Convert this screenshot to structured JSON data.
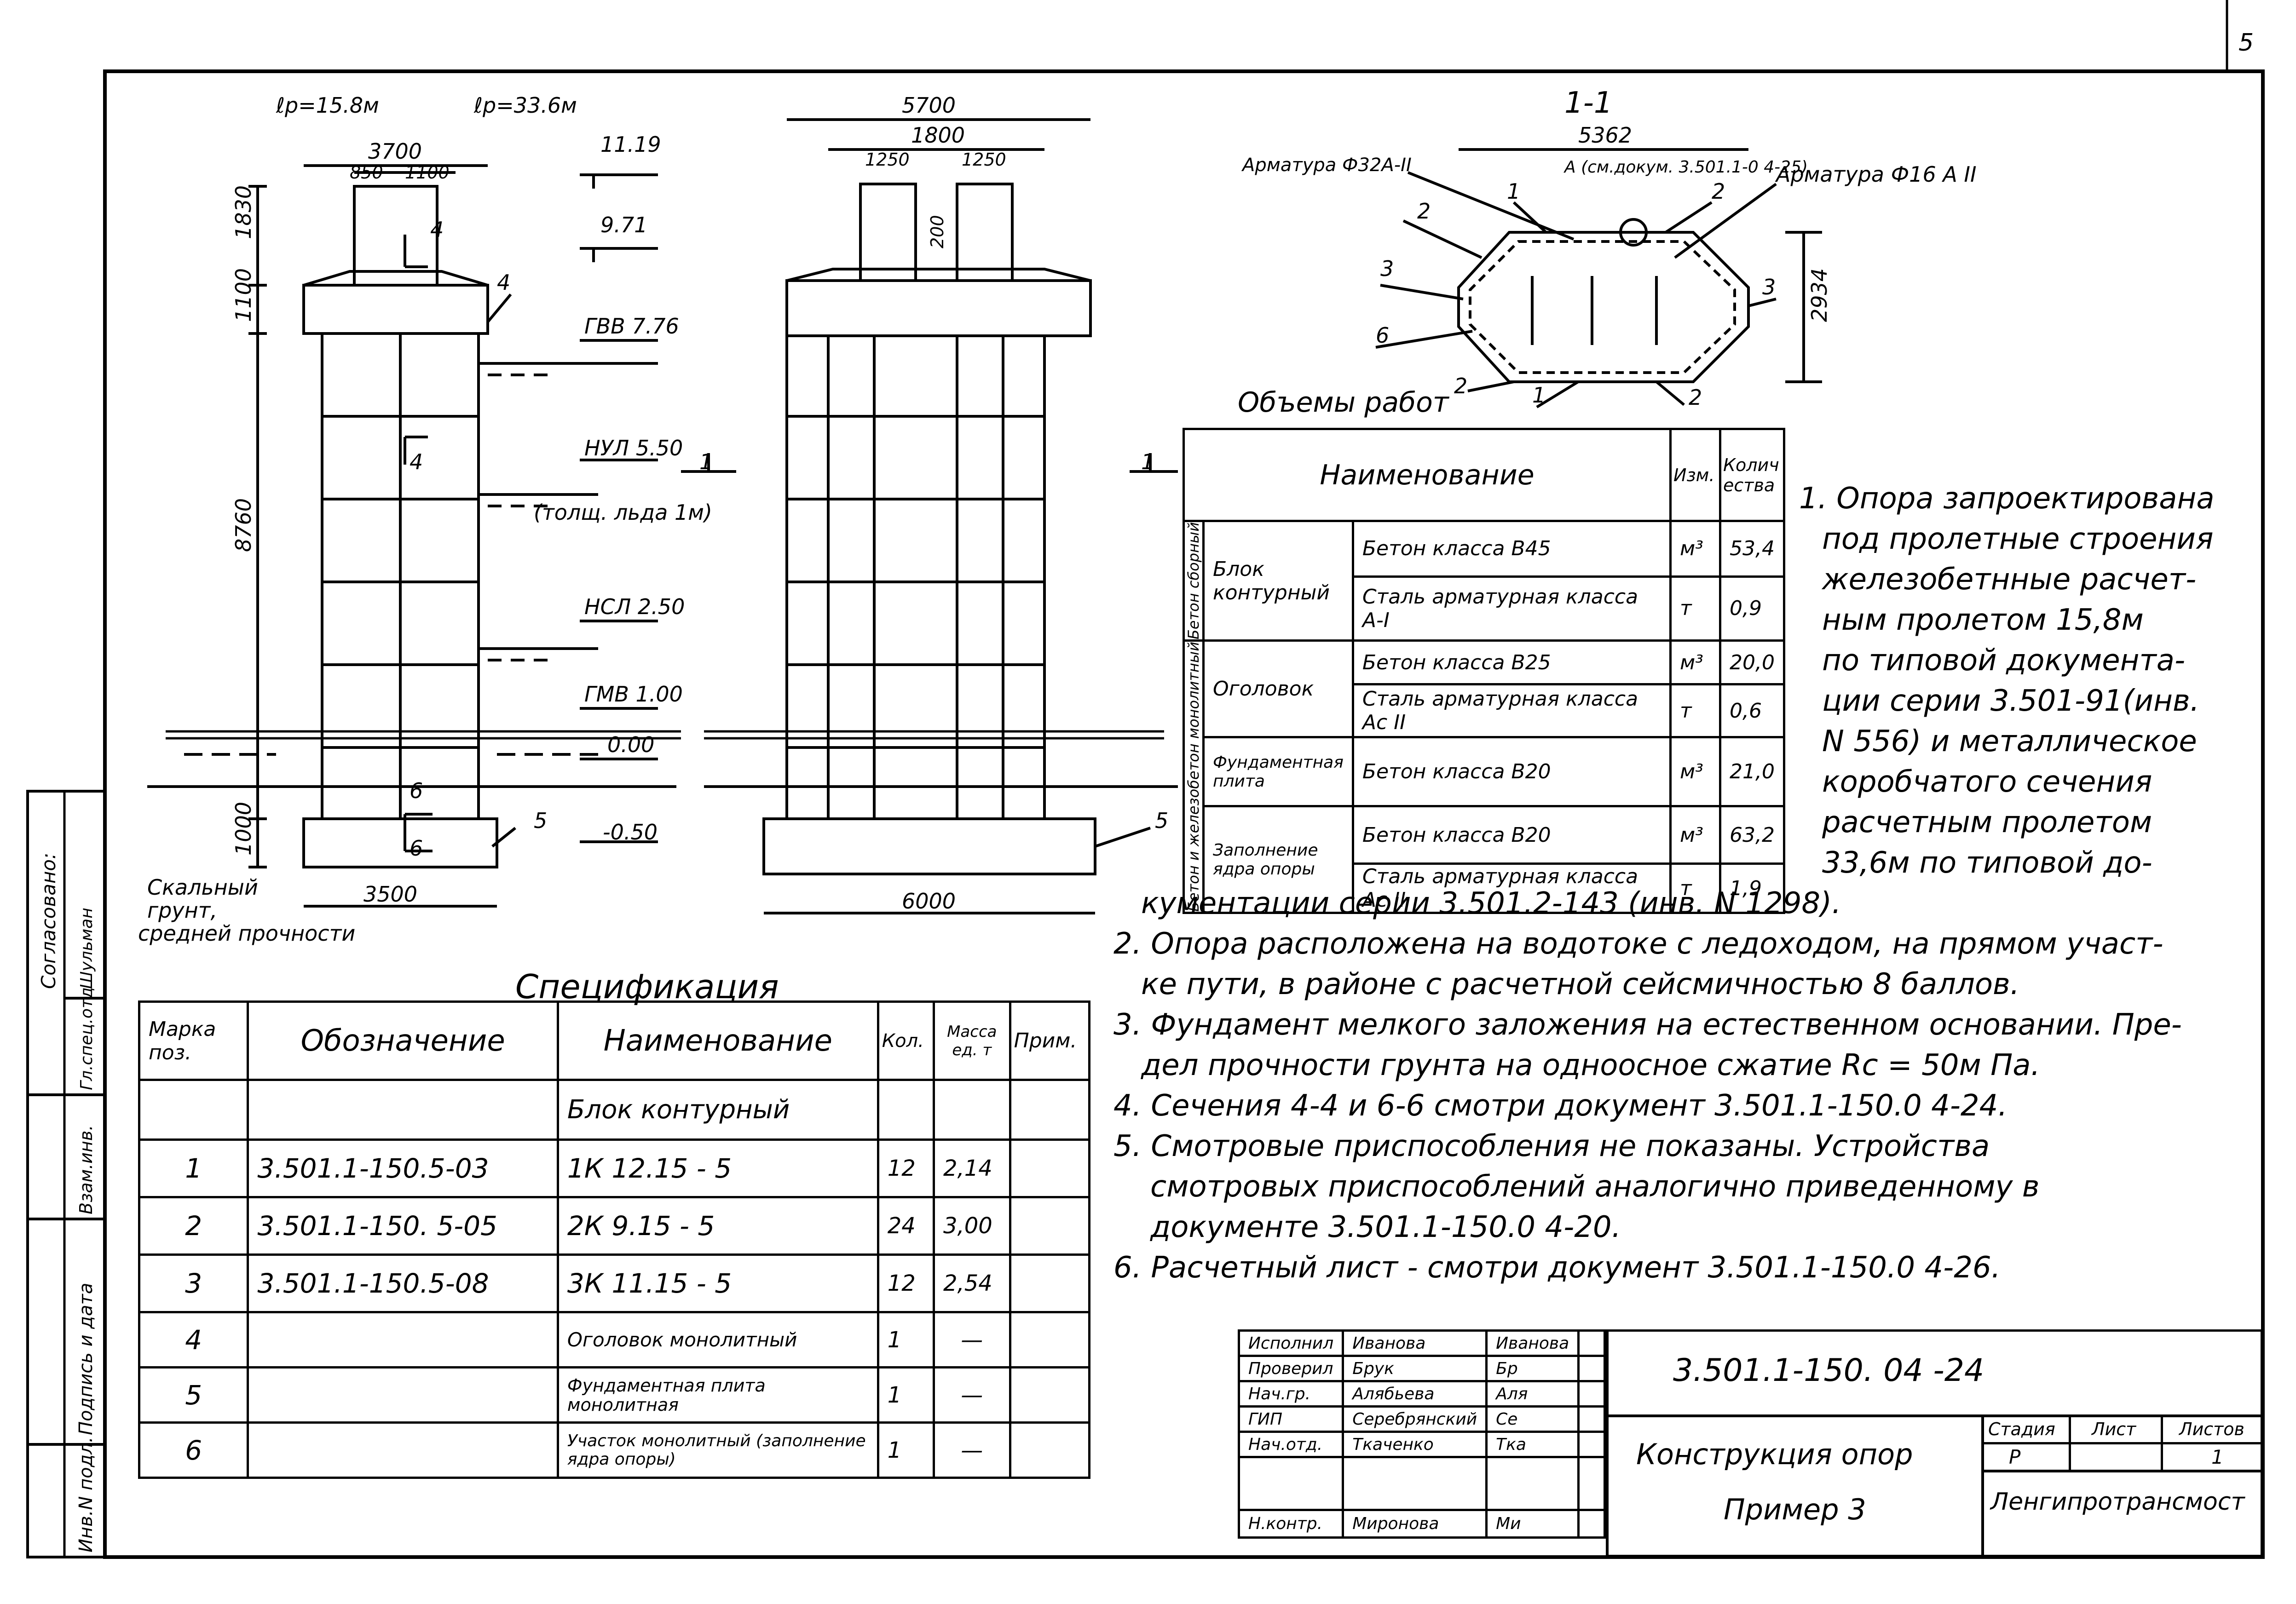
{
  "page_number": "5",
  "section_title": "1-1",
  "elevation_labels": {
    "left_span": "ℓp=15.8м",
    "right_span": "ℓp=33.6м",
    "el_top": "11.19",
    "el_cap": "9.71",
    "gvv": "ГВВ 7.76",
    "nul": "НУЛ 5.50",
    "ice": "(толщ. льда 1м)",
    "nsl": "НСЛ 2.50",
    "gmv": "ГМВ 1.00",
    "zero": "0.00",
    "base": "-0.50",
    "soil": [
      "Скальный",
      "грунт,",
      "средней прочности"
    ]
  },
  "dimensions": {
    "left_width_top": "3700",
    "left_850": "850",
    "left_1100": "1100",
    "h_1830": "1830",
    "h_1100": "1100",
    "h_8760": "8760",
    "h_1000": "1000",
    "left_base": "3500",
    "right_width_top": "5700",
    "right_1800": "1800",
    "right_1250a": "1250",
    "right_1250b": "1250",
    "right_200": "200",
    "right_base": "6000",
    "sec_width": "5362",
    "sec_height": "2934",
    "sec_note": "А (см.докум. 3.501.1-0 4-25)"
  },
  "markers": {
    "cut_4": "4",
    "cut_6": "6",
    "cut_1": "1",
    "pos_4": "4",
    "pos_5": "5",
    "pos_5r": "5"
  },
  "section_callouts": {
    "armatura_left": "Арматура Ф32А-II",
    "armatura_right": "Арматура Ф16 А II",
    "nums": [
      "1",
      "2",
      "2",
      "3",
      "3",
      "6",
      "2",
      "1",
      "2"
    ]
  },
  "volumes": {
    "title": "Объемы работ",
    "head_name": "Наименование",
    "head_unit": "Изм.",
    "head_qty": "Количества",
    "group1": "Бетон сборный",
    "group2": "Бетон и железобетон монолитный",
    "rows": [
      {
        "item": "Блок контурный",
        "name": "Бетон класса В45",
        "unit": "м³",
        "qty": "53,4"
      },
      {
        "item": "",
        "name": "Сталь арматурная класса А-I",
        "unit": "т",
        "qty": "0,9"
      },
      {
        "item": "Оголовок",
        "name": "Бетон класса В25",
        "unit": "м³",
        "qty": "20,0"
      },
      {
        "item": "",
        "name": "Сталь арматурная класса Ас II",
        "unit": "т",
        "qty": "0,6"
      },
      {
        "item": "Фундаментная плита",
        "name": "Бетон класса В20",
        "unit": "м³",
        "qty": "21,0"
      },
      {
        "item": "Заполнение ядра опоры",
        "name": "Бетон класса В20",
        "unit": "м³",
        "qty": "63,2"
      },
      {
        "item": "",
        "name": "Сталь арматурная класса Ас II",
        "unit": "т",
        "qty": "1,9"
      }
    ]
  },
  "spec": {
    "title": "Спецификация",
    "headers": [
      "Марка поз.",
      "Обозначение",
      "Наименование",
      "Кол.",
      "Масса ед. т",
      "Прим."
    ],
    "group_row": "Блок контурный",
    "rows": [
      {
        "pos": "1",
        "code": "3.501.1-150.5-03",
        "name": "1К 12.15 - 5",
        "qty": "12",
        "mass": "2,14"
      },
      {
        "pos": "2",
        "code": "3.501.1-150. 5-05",
        "name": "2К 9.15 - 5",
        "qty": "24",
        "mass": "3,00"
      },
      {
        "pos": "3",
        "code": "3.501.1-150.5-08",
        "name": "3К 11.15 - 5",
        "qty": "12",
        "mass": "2,54"
      },
      {
        "pos": "4",
        "code": "",
        "name": "Оголовок монолитный",
        "qty": "1",
        "mass": "—"
      },
      {
        "pos": "5",
        "code": "",
        "name": "Фундаментная плита монолитная",
        "qty": "1",
        "mass": "—"
      },
      {
        "pos": "6",
        "code": "",
        "name": "Участок монолитный (заполнение ядра опоры)",
        "qty": "1",
        "mass": "—"
      }
    ]
  },
  "notes": [
    "1. Опора запроектирована",
    "под пролетные строения",
    "железобетнные расчет-",
    "ным пролетом 15,8м",
    "по типовой документа-",
    "ции серии 3.501-91(инв.",
    "N 556) и металлическое",
    "коробчатого сечения",
    "расчетным пролетом",
    "33,6м по типовой до-",
    "кументации серии 3.501.2-143 (инв. N 1298).",
    "2. Опора расположена на водотоке с ледоходом, на прямом участ-",
    "ке пути, в районе с расчетной сейсмичностью 8 баллов.",
    "3. Фундамент мелкого заложения на естественном основании. Пре-",
    "дел прочности грунта на одноосное сжатие Rc = 50м Па.",
    "4. Сечения 4-4 и 6-6 смотри документ 3.501.1-150.0 4-24.",
    "5. Смотровые приспособления не показаны. Устройства",
    "смотровых приспособлений аналогично приведенному в",
    "документе 3.501.1-150.0 4-20.",
    "6. Расчетный лист - смотри документ 3.501.1-150.0 4-26."
  ],
  "stamp": {
    "doc_code": "3.501.1-150. 04 -24",
    "title1": "Конструкция опор",
    "title2": "Пример 3",
    "org": "Ленгипротрансмост",
    "stage_h": "Стадия",
    "sheet_h": "Лист",
    "sheets_h": "Листов",
    "stage": "Р",
    "sheets": "1",
    "people": [
      {
        "role": "Исполнил",
        "name": "Иванова",
        "sign": "Иванова"
      },
      {
        "role": "Проверил",
        "name": "Брук",
        "sign": "Бр"
      },
      {
        "role": "Нач.гр.",
        "name": "Алябьева",
        "sign": "Аля"
      },
      {
        "role": "ГИП",
        "name": "Серебрянский",
        "sign": "Се"
      },
      {
        "role": "Нач.отд.",
        "name": "Ткаченко",
        "sign": "Тка"
      },
      {
        "role": "Н.контр.",
        "name": "Миронова",
        "sign": "Ми"
      }
    ]
  },
  "side_stamp": {
    "agreed": "Согласовано:",
    "gl_spec": "Гл.спец.отд",
    "name": "Шульман",
    "vzam": "Взам.инв.",
    "podpis": "Подпись и дата",
    "inv": "Инв.N подл."
  }
}
